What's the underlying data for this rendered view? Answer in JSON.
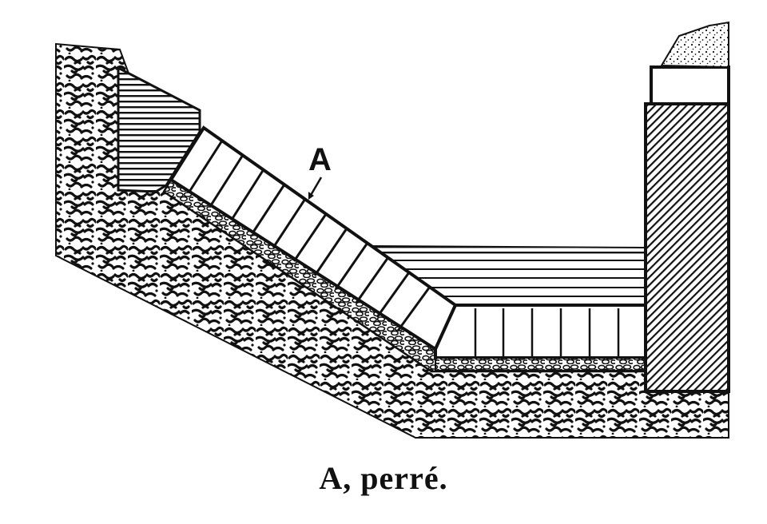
{
  "figure": {
    "callout_letter": "A",
    "caption": "A, perré.",
    "colors": {
      "ink": "#111111",
      "paper": "#ffffff"
    },
    "parts": [
      "earth-ground",
      "lined-slope-revetment",
      "rubble-bedding",
      "water",
      "channel-bed-stones",
      "masonry-wall",
      "wall-coping",
      "earth-on-wall"
    ]
  }
}
